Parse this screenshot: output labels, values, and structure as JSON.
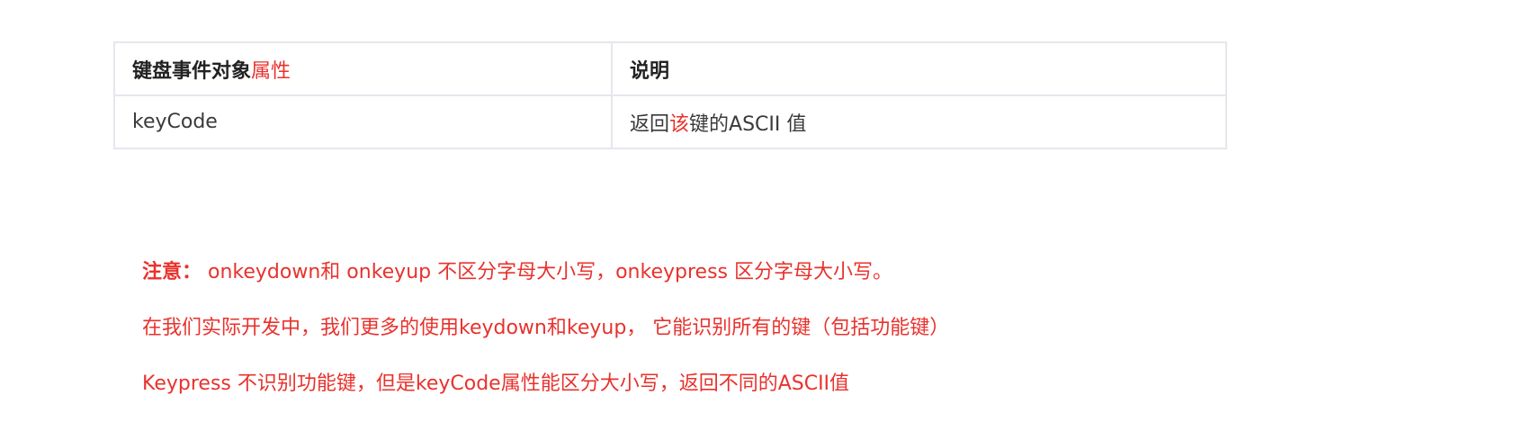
{
  "table": {
    "header": {
      "col1_prefix": "键盘事件对象",
      "col1_highlight": "属性",
      "col2": "说明"
    },
    "row": {
      "col1": "keyCode",
      "col2_prefix": "返回",
      "col2_highlight": "该",
      "col2_suffix": "键的ASCII 值"
    }
  },
  "notes": {
    "label": "注意：",
    "line1": "onkeydown和 onkeyup  不区分字母大小写，onkeypress 区分字母大小写。",
    "line2": "在我们实际开发中，我们更多的使用keydown和keyup， 它能识别所有的键（包括功能键）",
    "line3": "Keypress 不识别功能键，但是keyCode属性能区分大小写，返回不同的ASCII值"
  },
  "colors": {
    "accent_red": "#e8322d",
    "text": "#333333",
    "border": "#e6e6ee"
  }
}
